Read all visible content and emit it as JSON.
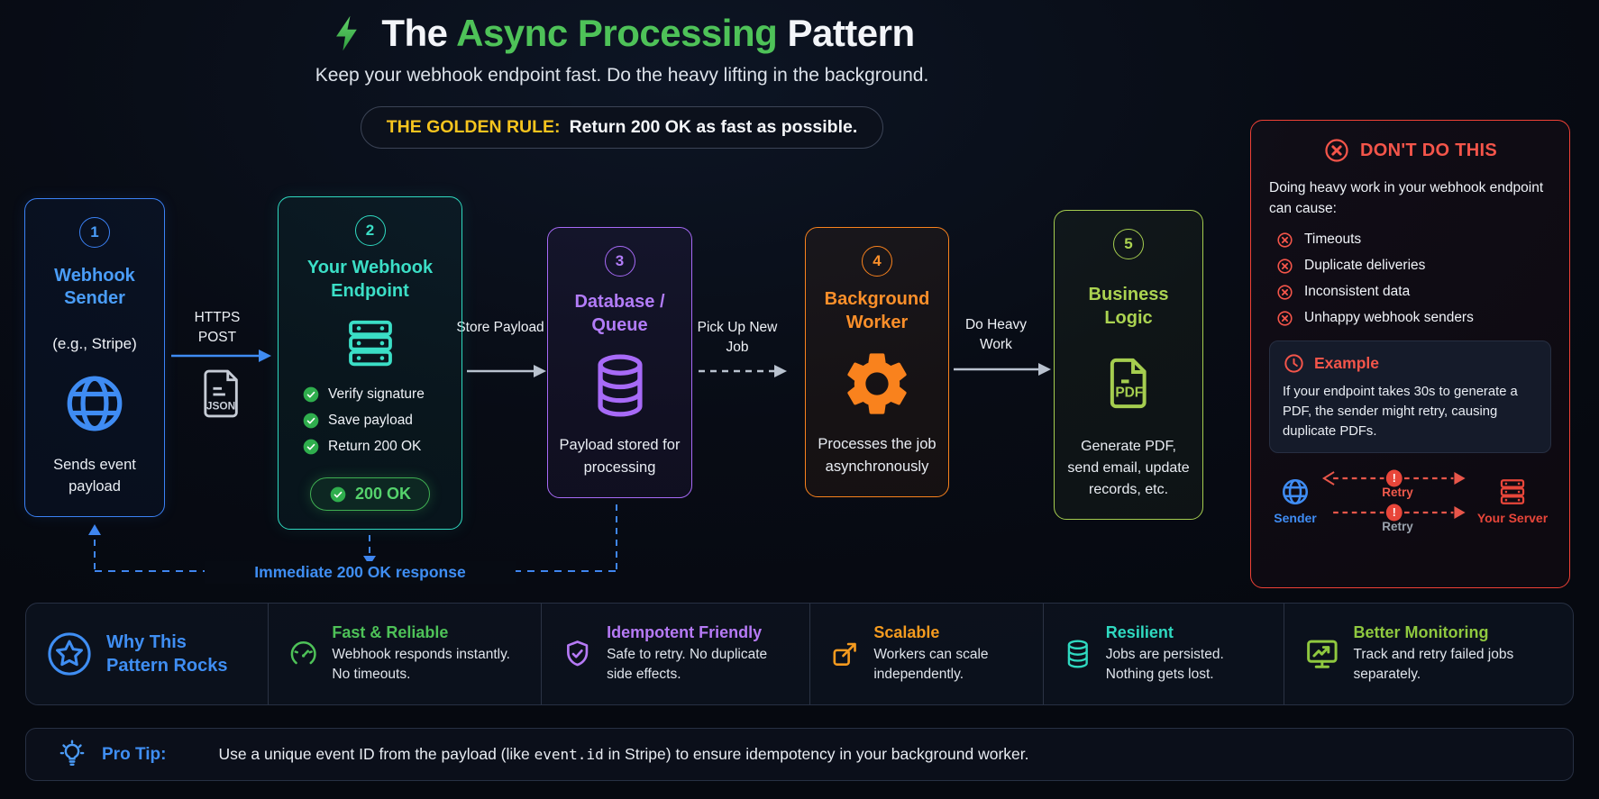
{
  "header": {
    "title_prefix": "The ",
    "title_highlight": "Async Processing",
    "title_suffix": " Pattern",
    "subtitle": "Keep your webhook endpoint fast. Do the heavy lifting in the background.",
    "golden_rule_label": "THE GOLDEN RULE:",
    "golden_rule_text": "Return 200 OK as fast as possible."
  },
  "flow": {
    "boxes": [
      {
        "number": "1",
        "title": "Webhook Sender",
        "subtitle": "(e.g., Stripe)",
        "caption": "Sends event payload",
        "color": "#3b82f6"
      },
      {
        "number": "2",
        "title": "Your Webhook Endpoint",
        "checklist": [
          "Verify signature",
          "Save payload",
          "Return 200 OK"
        ],
        "badge": "200 OK",
        "color": "#2fd9c0"
      },
      {
        "number": "3",
        "title": "Database / Queue",
        "caption": "Payload stored for processing",
        "color": "#a76af7"
      },
      {
        "number": "4",
        "title": "Background Worker",
        "caption": "Processes the job asynchronously",
        "color": "#f9821d"
      },
      {
        "number": "5",
        "title": "Business Logic",
        "caption": "Generate PDF, send email, update records, etc.",
        "color": "#a5cd4f"
      }
    ],
    "arrows": [
      {
        "label": "HTTPS POST"
      },
      {
        "label": "Store Payload"
      },
      {
        "label": "Pick Up New Job"
      },
      {
        "label": "Do Heavy Work"
      }
    ],
    "json_icon_label": "JSON",
    "pdf_icon_label": "PDF",
    "return_label": "Immediate 200 OK response"
  },
  "dont_panel": {
    "title": "DON'T DO THIS",
    "intro": "Doing heavy work in your webhook endpoint can cause:",
    "items": [
      "Timeouts",
      "Duplicate deliveries",
      "Inconsistent data",
      "Unhappy webhook senders"
    ],
    "example": {
      "title": "Example",
      "text": "If your endpoint takes 30s to generate a PDF, the sender might retry, causing duplicate PDFs."
    },
    "diagram": {
      "sender": "Sender",
      "server": "Your Server",
      "retry1": "Retry",
      "retry2": "Retry"
    }
  },
  "features": {
    "lead_title": "Why This Pattern Rocks",
    "items": [
      {
        "title": "Fast & Reliable",
        "desc": "Webhook responds instantly. No timeouts."
      },
      {
        "title": "Idempotent Friendly",
        "desc": "Safe to retry. No duplicate side effects."
      },
      {
        "title": "Scalable",
        "desc": "Workers can scale independently."
      },
      {
        "title": "Resilient",
        "desc": "Jobs are persisted. Nothing gets lost."
      },
      {
        "title": "Better Monitoring",
        "desc": "Track and retry failed jobs separately."
      }
    ]
  },
  "protip": {
    "label": "Pro Tip:",
    "text_before": "Use a unique event ID from the payload (like ",
    "code": "event.id",
    "text_after": " in Stripe) to ensure idempotency in your background worker."
  },
  "colors": {
    "background": "#080c15",
    "blue": "#3b82f6",
    "teal": "#2fd9c0",
    "purple": "#a76af7",
    "orange": "#f9821d",
    "lime": "#a5cd4f",
    "green": "#4ec258",
    "gold": "#f6c41e",
    "red": "#ef4136"
  }
}
